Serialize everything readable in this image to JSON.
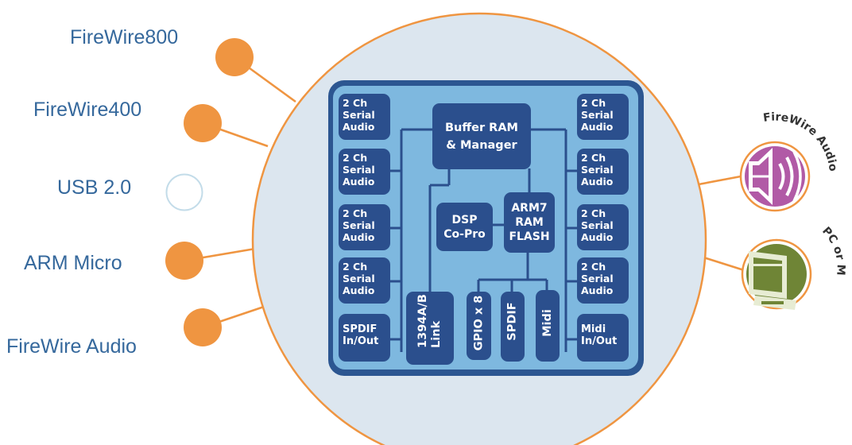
{
  "features": [
    {
      "label": "FireWire800",
      "indicator": "filled"
    },
    {
      "label": "FireWire400",
      "indicator": "filled"
    },
    {
      "label": "USB 2.0",
      "indicator": "empty"
    },
    {
      "label": "ARM Micro",
      "indicator": "filled"
    },
    {
      "label": "FireWire Audio",
      "indicator": "filled"
    }
  ],
  "chip": {
    "left_column": [
      {
        "lines": [
          "2 Ch",
          "Serial",
          "Audio"
        ]
      },
      {
        "lines": [
          "2 Ch",
          "Serial",
          "Audio"
        ]
      },
      {
        "lines": [
          "2 Ch",
          "Serial",
          "Audio"
        ]
      },
      {
        "lines": [
          "2 Ch",
          "Serial",
          "Audio"
        ]
      },
      {
        "lines": [
          "SPDIF",
          "In/Out"
        ]
      }
    ],
    "right_column": [
      {
        "lines": [
          "2 Ch",
          "Serial",
          "Audio"
        ]
      },
      {
        "lines": [
          "2 Ch",
          "Serial",
          "Audio"
        ]
      },
      {
        "lines": [
          "2 Ch",
          "Serial",
          "Audio"
        ]
      },
      {
        "lines": [
          "2 Ch",
          "Serial",
          "Audio"
        ]
      },
      {
        "lines": [
          "Midi",
          "In/Out"
        ]
      }
    ],
    "buffer": {
      "lines": [
        "Buffer RAM",
        "& Manager"
      ]
    },
    "dsp": {
      "lines": [
        "DSP",
        "Co-Pro"
      ]
    },
    "arm": {
      "lines": [
        "ARM7",
        "RAM",
        "FLASH"
      ]
    },
    "link": {
      "lines": [
        "1394A/B",
        "Link"
      ]
    },
    "gpio": {
      "label": "GPIO x 8"
    },
    "spdif": {
      "label": "SPDIF"
    },
    "midi": {
      "label": "Midi"
    }
  },
  "badges": [
    {
      "name": "firewire-audio",
      "text": "FireWire Audio",
      "icon": "speaker-icon"
    },
    {
      "name": "pc-or-mac",
      "text": "PC or Mac",
      "icon": "computer-icon"
    }
  ],
  "colors": {
    "accent_orange": "#ef9541",
    "chip_outer": "#2c5691",
    "chip_inner": "#7eb8df",
    "block": "#2b4f8d",
    "big_circle": "#dce6ef",
    "label_text": "#35689c",
    "firewire_badge": "#b15aa6",
    "pc_badge": "#6f8536"
  }
}
